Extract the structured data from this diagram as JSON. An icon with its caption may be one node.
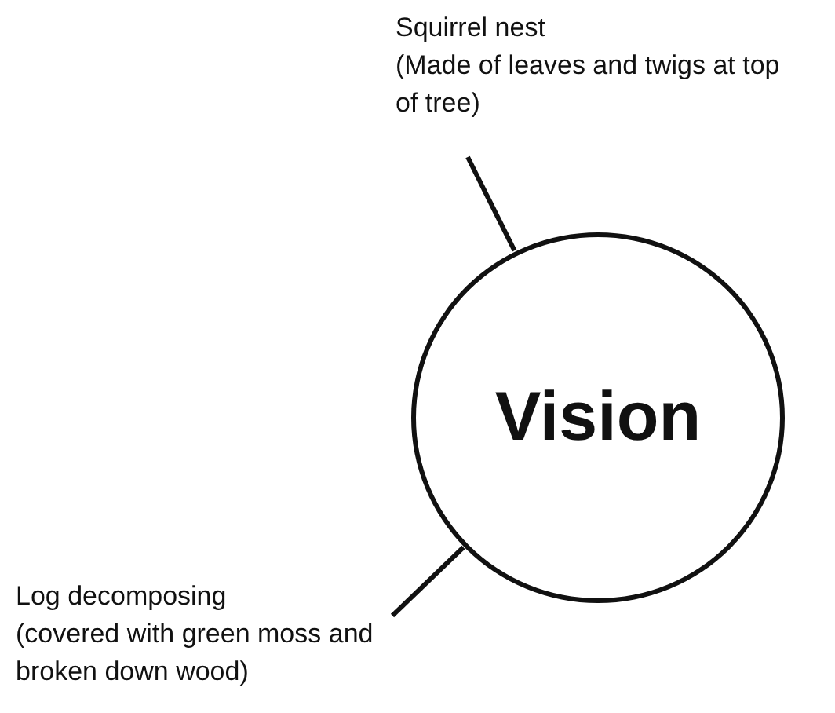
{
  "diagram": {
    "nodes": [
      {
        "text": [
          "Vision"
        ]
      },
      {
        "text": [
          "Squirrel nest",
          "(Made of leaves and twigs at top of tree)"
        ]
      },
      {
        "text": [
          "Log decomposing",
          "(covered with green moss and broken down wood)"
        ]
      }
    ],
    "edges": [
      {
        "from": 1,
        "to": 0,
        "arrow": "none"
      },
      {
        "from": 2,
        "to": 0,
        "arrow": "none"
      }
    ]
  }
}
